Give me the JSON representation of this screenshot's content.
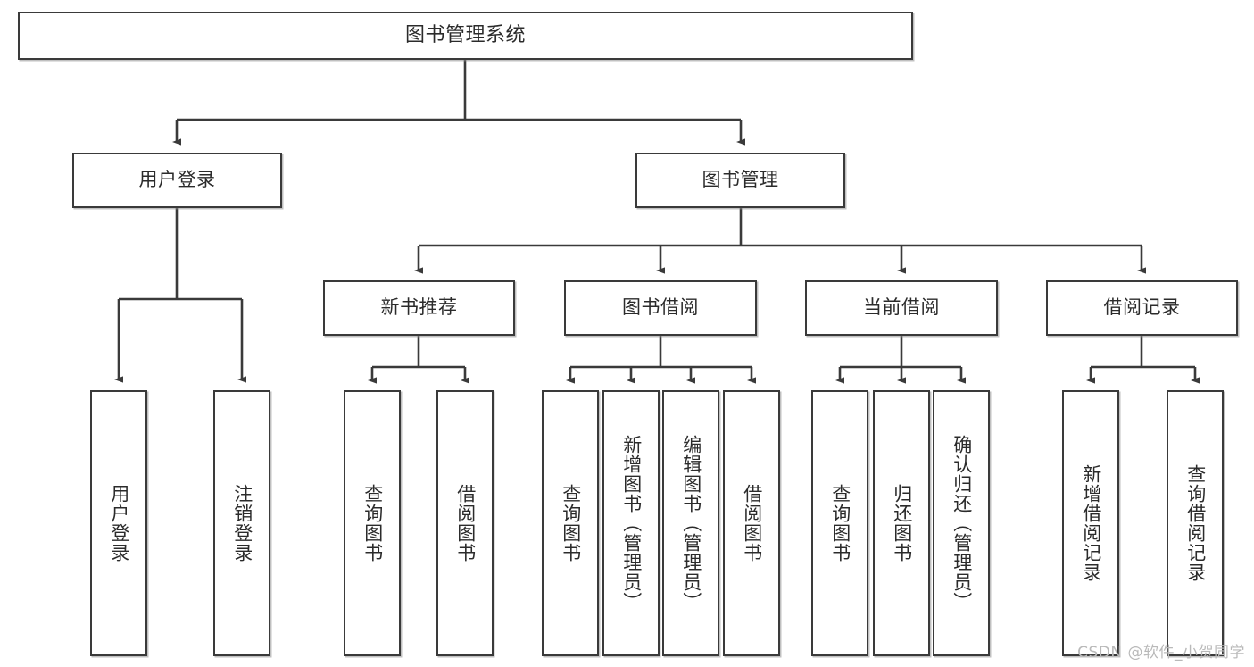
{
  "diagram": {
    "title": "图书管理系统",
    "type": "tree",
    "colors": {
      "box_border": "#3a3a3a",
      "box_fill": "#ffffff",
      "connector": "#3a3a3a",
      "text": "#2b2b2b",
      "watermark": "#b9b9b9"
    },
    "watermark": "CSDN @软件_小贺同学",
    "nodes": {
      "root": {
        "label": "图书管理系统"
      },
      "level2": [
        {
          "id": "user-login",
          "label": "用户登录"
        },
        {
          "id": "book-management",
          "label": "图书管理"
        }
      ],
      "level3": [
        {
          "id": "new-book-recommend",
          "label": "新书推荐"
        },
        {
          "id": "book-borrow",
          "label": "图书借阅"
        },
        {
          "id": "current-borrow",
          "label": "当前借阅"
        },
        {
          "id": "borrow-record",
          "label": "借阅记录"
        }
      ],
      "leaves": {
        "user-login": [
          {
            "id": "leaf-user-login",
            "label": "用户登录"
          },
          {
            "id": "leaf-logout",
            "label": "注销登录"
          }
        ],
        "new-book-recommend": [
          {
            "id": "leaf-query-book-1",
            "label": "查询图书"
          },
          {
            "id": "leaf-borrow-book-1",
            "label": "借阅图书"
          }
        ],
        "book-borrow": [
          {
            "id": "leaf-query-book-2",
            "label": "查询图书"
          },
          {
            "id": "leaf-add-book",
            "label": "新增图书（管理员）"
          },
          {
            "id": "leaf-edit-book",
            "label": "编辑图书（管理员）"
          },
          {
            "id": "leaf-borrow-book-2",
            "label": "借阅图书"
          }
        ],
        "current-borrow": [
          {
            "id": "leaf-query-book-3",
            "label": "查询图书"
          },
          {
            "id": "leaf-return-book",
            "label": "归还图书"
          },
          {
            "id": "leaf-confirm-return",
            "label": "确认归还（管理员）"
          }
        ],
        "borrow-record": [
          {
            "id": "leaf-add-record",
            "label": "新增借阅记录"
          },
          {
            "id": "leaf-query-record",
            "label": "查询借阅记录"
          }
        ]
      }
    }
  }
}
